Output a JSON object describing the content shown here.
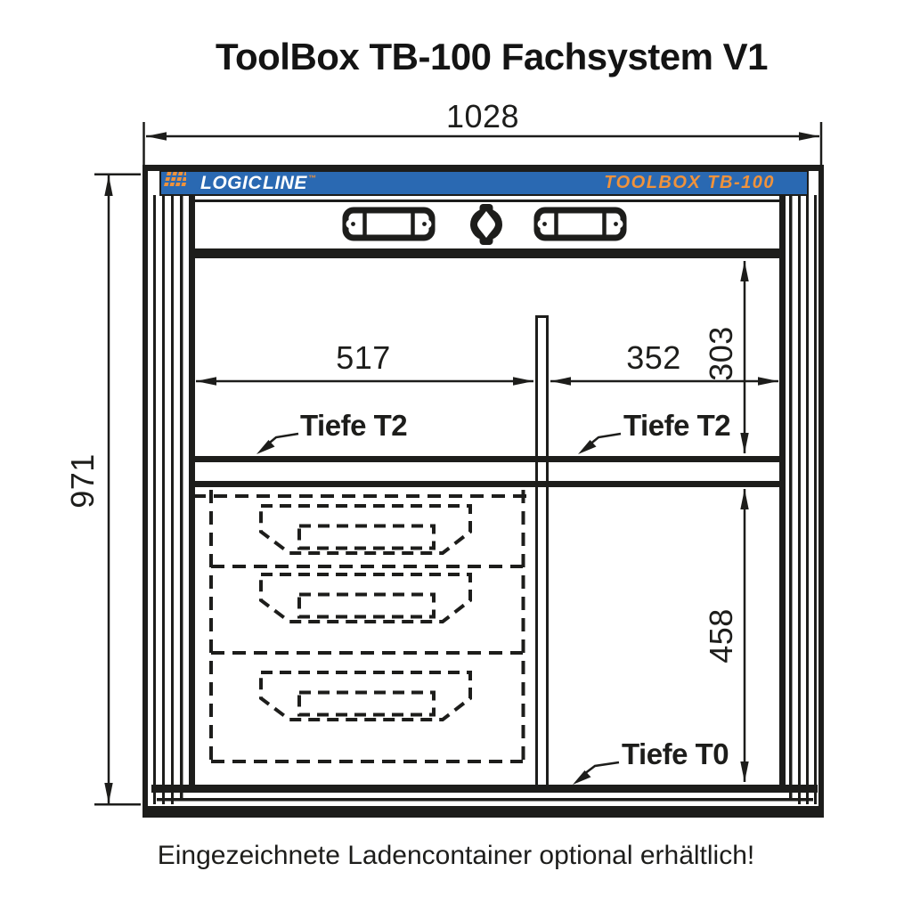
{
  "title": "ToolBox TB-100 Fachsystem V1",
  "caption": "Eingezeichnete Ladencontainer optional erhältlich!",
  "header": {
    "logo_text_1": "LOGIC",
    "logo_text_2": "LINE",
    "logo_trademark": "™",
    "model_label": "TOOLBOX TB-100"
  },
  "dims": {
    "overall_width": "1028",
    "overall_height": "971",
    "left_compartment_width": "517",
    "right_compartment_width": "352",
    "upper_compartment_height": "303",
    "lower_compartment_height": "458"
  },
  "labels": {
    "tiefe_t2_left": "Tiefe T2",
    "tiefe_t2_right": "Tiefe T2",
    "tiefe_t0": "Tiefe T0"
  },
  "colors": {
    "brand_blue": "#2a69b2",
    "brand_orange": "#f0923b",
    "line_black": "#1d1d1b"
  }
}
